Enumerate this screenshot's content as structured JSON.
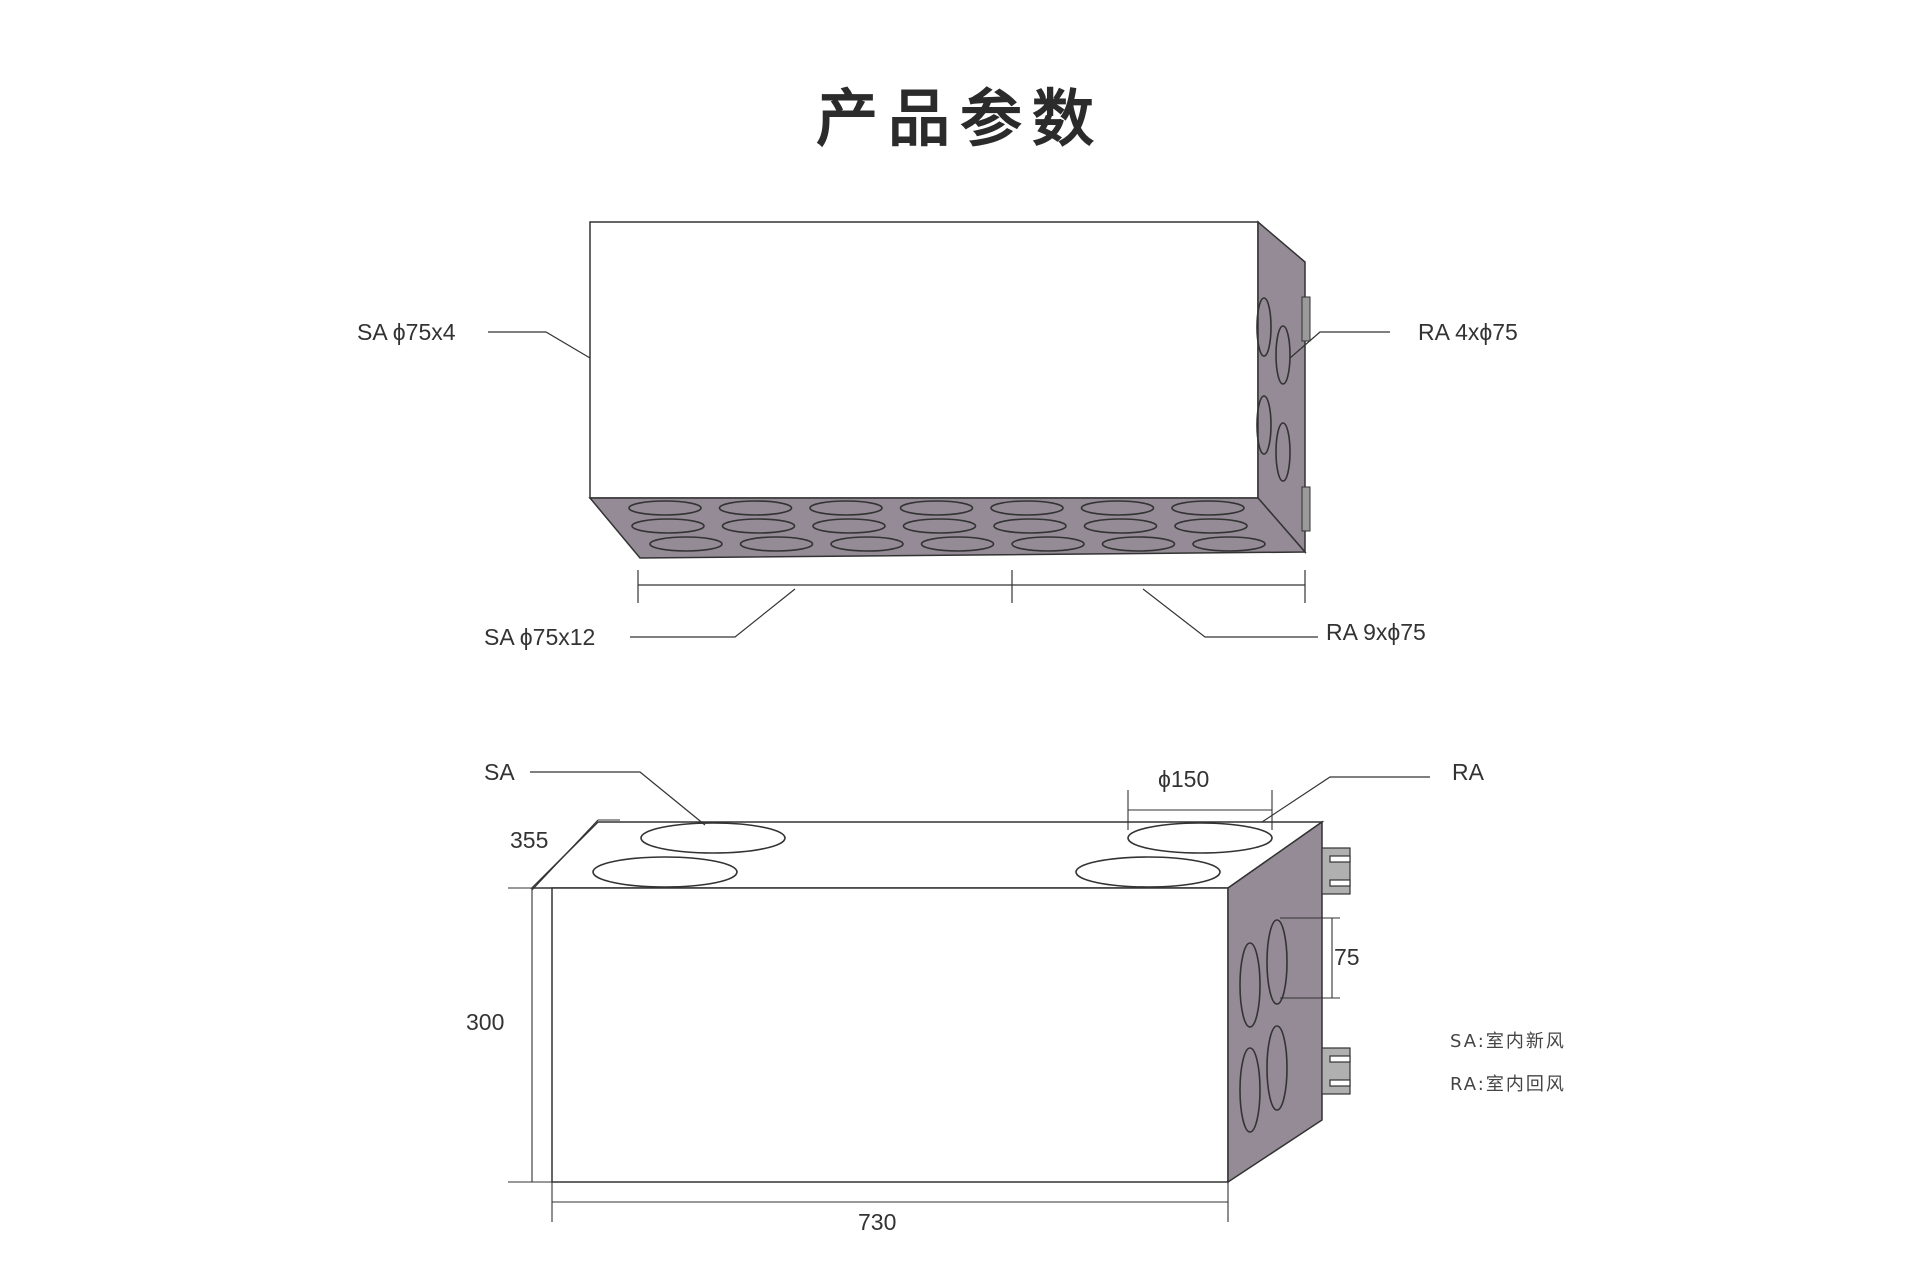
{
  "title": "产品参数",
  "colors": {
    "side_face": "#948b96",
    "edge": "#333333",
    "bracket": "#9a9a9a"
  },
  "top_view": {
    "label_sa_top": "SA ϕ75x4",
    "label_ra_side": "RA 4xϕ75",
    "label_sa_bottom": "SA ϕ75x12",
    "label_ra_bottom": "RA 9xϕ75"
  },
  "bottom_view": {
    "label_sa": "SA",
    "label_ra": "RA",
    "dim_diameter": "ϕ150",
    "dim_depth": "355",
    "dim_height": "300",
    "dim_width": "730",
    "dim_port_spacing": "75"
  },
  "legend": {
    "sa": "SA:室内新风",
    "ra": "RA:室内回风"
  }
}
